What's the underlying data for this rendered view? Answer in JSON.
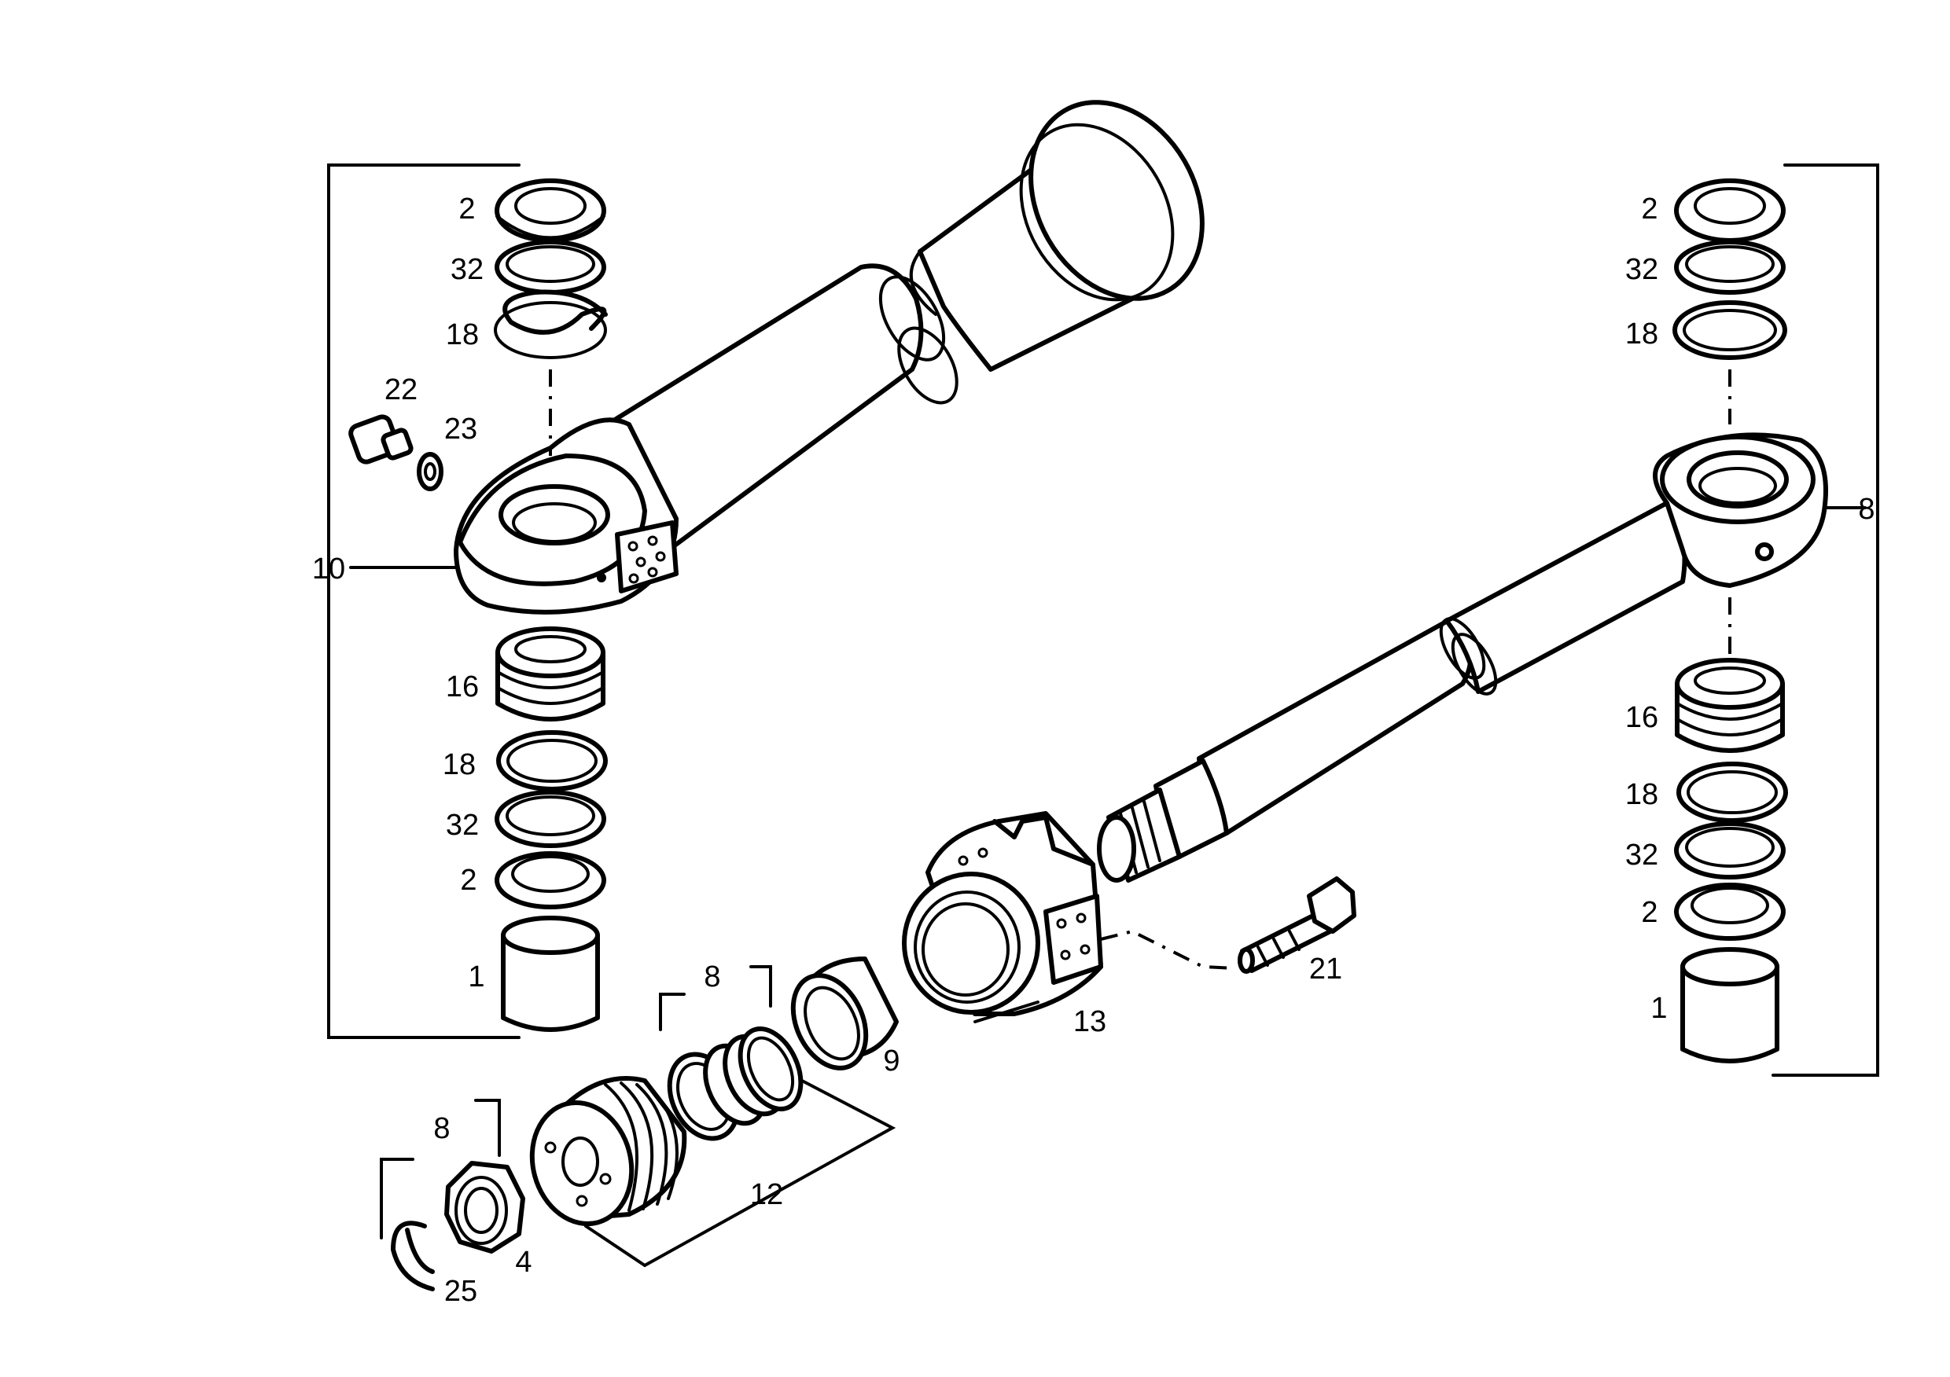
{
  "callouts": {
    "left_2_top": "2",
    "left_32_top": "32",
    "left_18_top": "18",
    "left_22": "22",
    "left_23": "23",
    "left_10": "10",
    "left_16": "16",
    "left_18_bot": "18",
    "left_32_bot": "32",
    "left_2_bot": "2",
    "left_1": "1",
    "mid_8_seals": "8",
    "mid_9": "9",
    "mid_12": "12",
    "mid_13": "13",
    "mid_21": "21",
    "nut_8": "8",
    "nut_4": "4",
    "nut_25": "25",
    "right_2_top": "2",
    "right_32_top": "32",
    "right_18_top": "18",
    "right_8": "8",
    "right_16": "16",
    "right_18_bot": "18",
    "right_32_bot": "32",
    "right_2_bot": "2",
    "right_1": "1"
  }
}
